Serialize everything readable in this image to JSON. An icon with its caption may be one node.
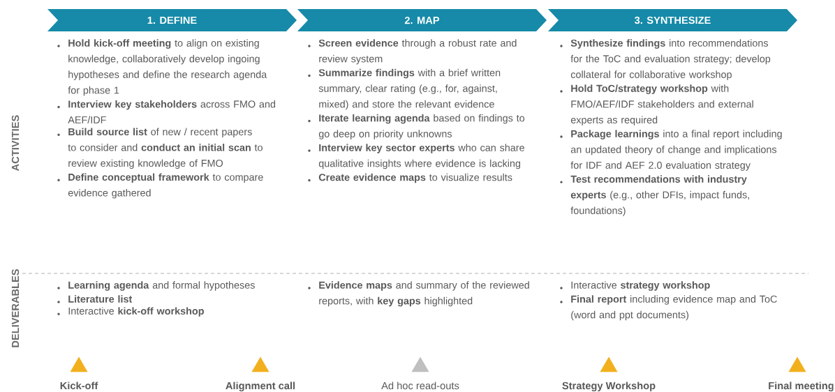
{
  "diagram": {
    "nodes": [
      {
        "text": [
          "1. DEFINE"
        ]
      },
      {
        "text": [
          "2. MAP"
        ]
      },
      {
        "text": [
          "3. SYNTHESIZE"
        ]
      },
      {
        "text": [],
        "shape": "triangle",
        "beside": [
          "Kick-off"
        ]
      },
      {
        "text": [],
        "shape": "triangle",
        "beside": [
          "Alignment call"
        ]
      },
      {
        "text": [],
        "shape": "triangle",
        "beside": [
          "Ad hoc read-outs"
        ]
      },
      {
        "text": [],
        "shape": "triangle",
        "beside": [
          "Strategy Workshop"
        ]
      },
      {
        "text": [],
        "shape": "triangle",
        "beside": [
          "Final meeting"
        ]
      }
    ],
    "labels": [
      "ACTIVITIES",
      "**Hold kick-off meeting** to align on existing knowledge, collaboratively develop ingoing hypotheses and define the research agenda for phase 1",
      "**Interview key stakeholders** across FMO and AEF/IDF",
      "**Build source list** of new / recent papers to consider and **conduct an initial scan** to review existing knowledge of FMO",
      "**Define conceptual framework** to compare evidence gathered",
      "**Screen evidence** through a robust rate and review system",
      "**Summarize findings** with a brief written summary, clear rating (e.g., for, against, mixed) and store the relevant evidence",
      "**Iterate learning agenda** based on findings to go deep on priority unknowns",
      "**Interview key sector experts** who can share qualitative insights where evidence is lacking",
      "**Create evidence maps** to visualize results",
      "**Synthesize findings** into recommendations for the ToC and evaluation strategy; develop collateral for collaborative workshop",
      "**Hold ToC/strategy workshop** with FMO/AEF/IDF stakeholders and external experts as required",
      "**Package learnings** into a final report including an updated theory of change and implications for IDF and AEF 2.0 evaluation strategy",
      "**Test recommendations with industry experts** (e.g., other DFIs, impact funds, foundations)",
      "DELIVERABLES",
      "**Learning agenda** and formal hypotheses",
      "**Literature list**",
      "Interactive **kick-off workshop**",
      "**Evidence maps** and summary of the reviewed reports, with **key gaps** highlighted",
      "Interactive **strategy workshop**",
      "**Final report** including evidence map and ToC (word and ppt documents)"
    ]
  }
}
